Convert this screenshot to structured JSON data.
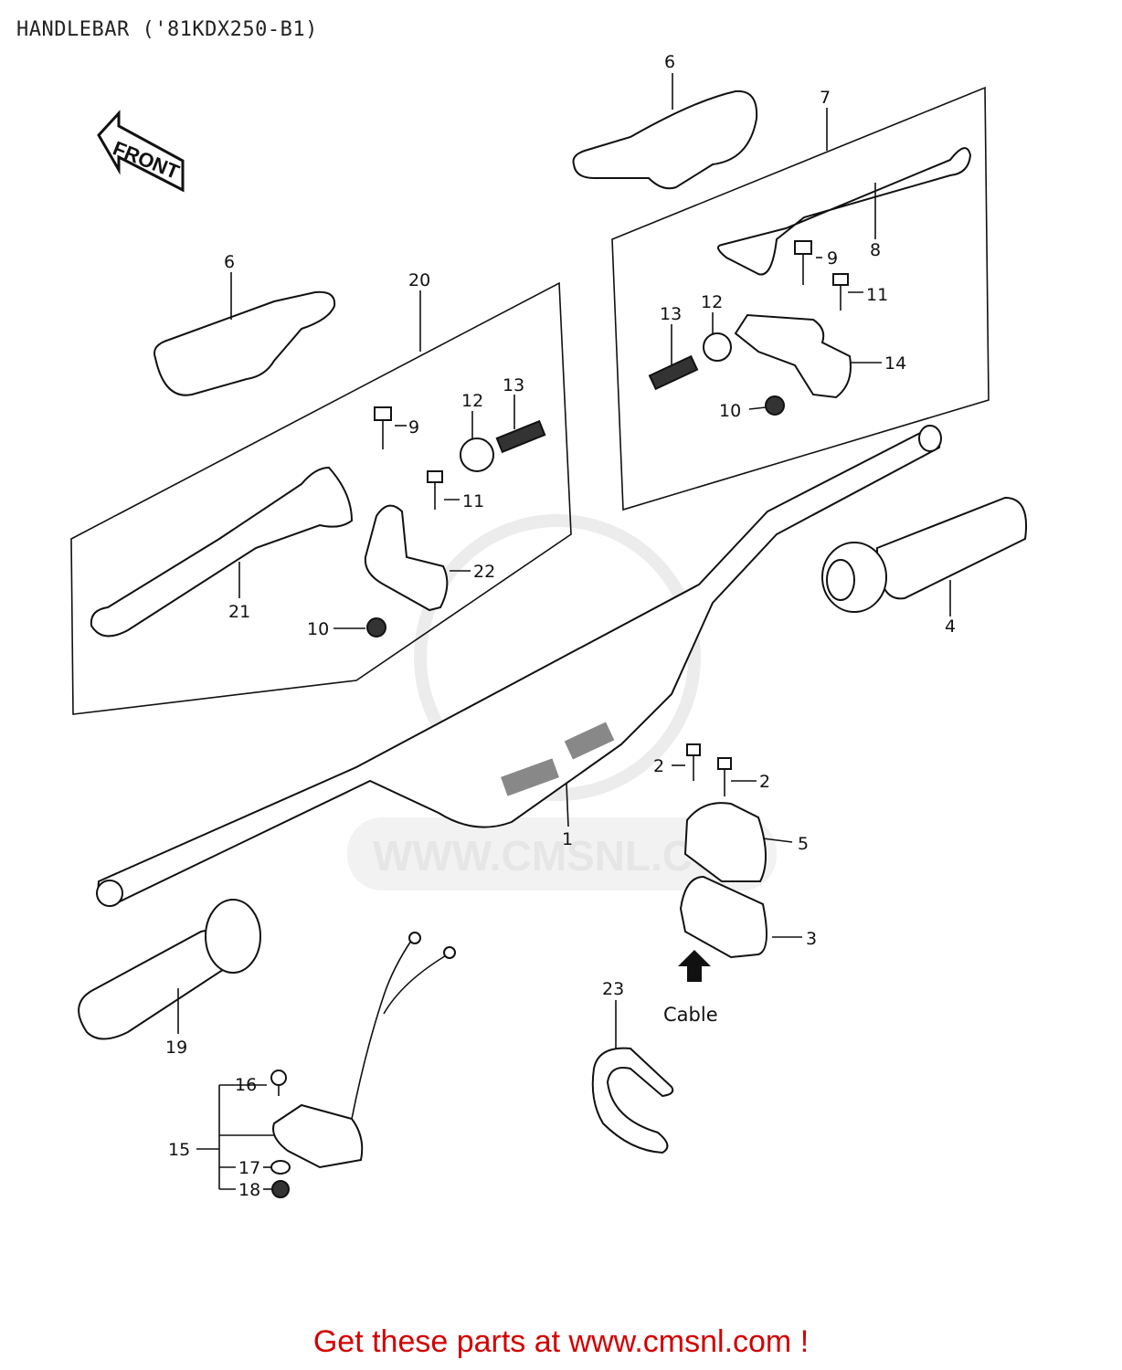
{
  "title": "HANDLEBAR ('81KDX250-B1)",
  "front_label": "FRONT",
  "watermark": "WWW.CMSNL.COM",
  "footer": "Get these parts at www.cmsnl.com !",
  "cable_label": "Cable",
  "callouts": {
    "p6a": "6",
    "p7": "7",
    "p6b": "6",
    "p20": "20",
    "p8": "8",
    "p9a": "9",
    "p11a": "11",
    "p13a": "13",
    "p12a": "12",
    "p14": "14",
    "p10a": "10",
    "p9b": "9",
    "p12b": "12",
    "p13b": "13",
    "p11b": "11",
    "p22": "22",
    "p21": "21",
    "p10b": "10",
    "p4": "4",
    "p2a": "2",
    "p2b": "2",
    "p5": "5",
    "p1": "1",
    "p3": "3",
    "p23": "23",
    "p19": "19",
    "p16": "16",
    "p15": "15",
    "p17": "17",
    "p18": "18"
  }
}
